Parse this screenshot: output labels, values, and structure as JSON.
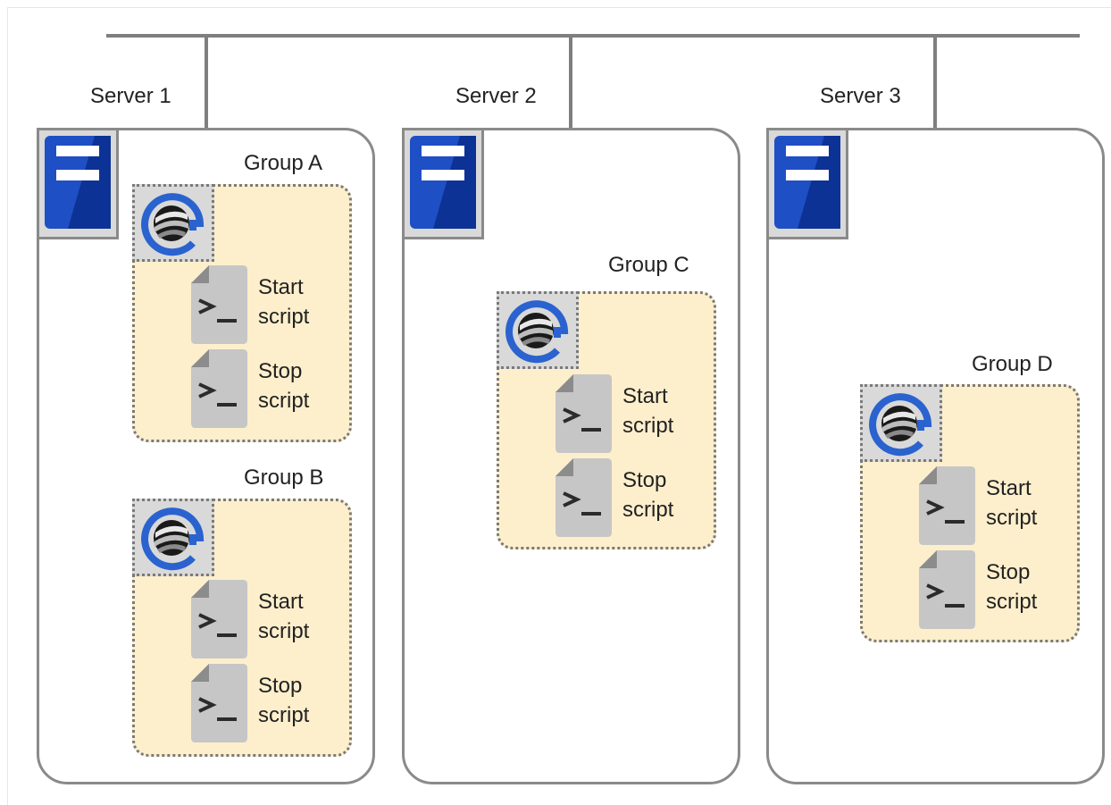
{
  "servers": [
    {
      "label": "Server 1",
      "groups": [
        {
          "label": "Group A",
          "start_script": "Start\nscript",
          "stop_script": "Stop\nscript"
        },
        {
          "label": "Group B",
          "start_script": "Start\nscript",
          "stop_script": "Stop\nscript"
        }
      ]
    },
    {
      "label": "Server 2",
      "groups": [
        {
          "label": "Group C",
          "start_script": "Start\nscript",
          "stop_script": "Stop\nscript"
        }
      ]
    },
    {
      "label": "Server 3",
      "groups": [
        {
          "label": "Group D",
          "start_script": "Start\nscript",
          "stop_script": "Stop\nscript"
        }
      ]
    }
  ],
  "icons": {
    "server": "server-icon",
    "group": "failover-group-icon",
    "script": "script-file-icon"
  },
  "colors": {
    "server_icon": "#1f4fc4",
    "group_fill": "#fdefcc",
    "connector": "#7f7f7f",
    "tile": "#d9d9d9"
  }
}
